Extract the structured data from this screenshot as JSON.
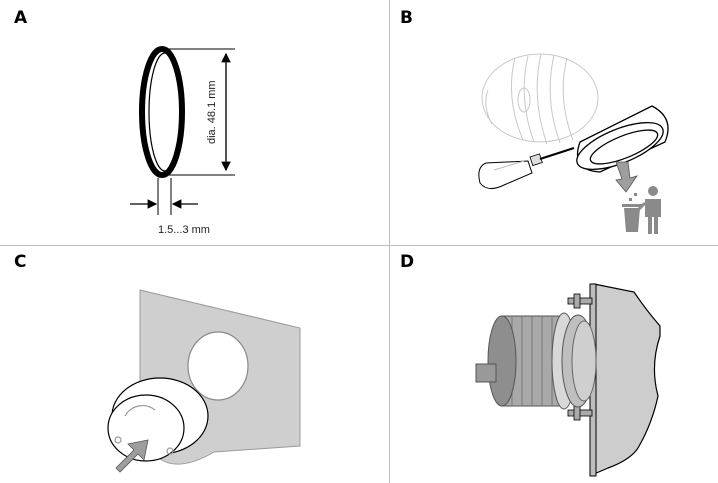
{
  "panels": [
    {
      "label": "A"
    },
    {
      "label": "B"
    },
    {
      "label": "C"
    },
    {
      "label": "D"
    }
  ],
  "dimensions": {
    "diameter": "dia. 48.1 mm",
    "thickness": "1.5...3 mm"
  },
  "icons": {
    "b": [
      "screwdriver-icon",
      "arrow-down-icon",
      "trash-person-icon"
    ],
    "c": [
      "push-arrow-icon"
    ]
  }
}
